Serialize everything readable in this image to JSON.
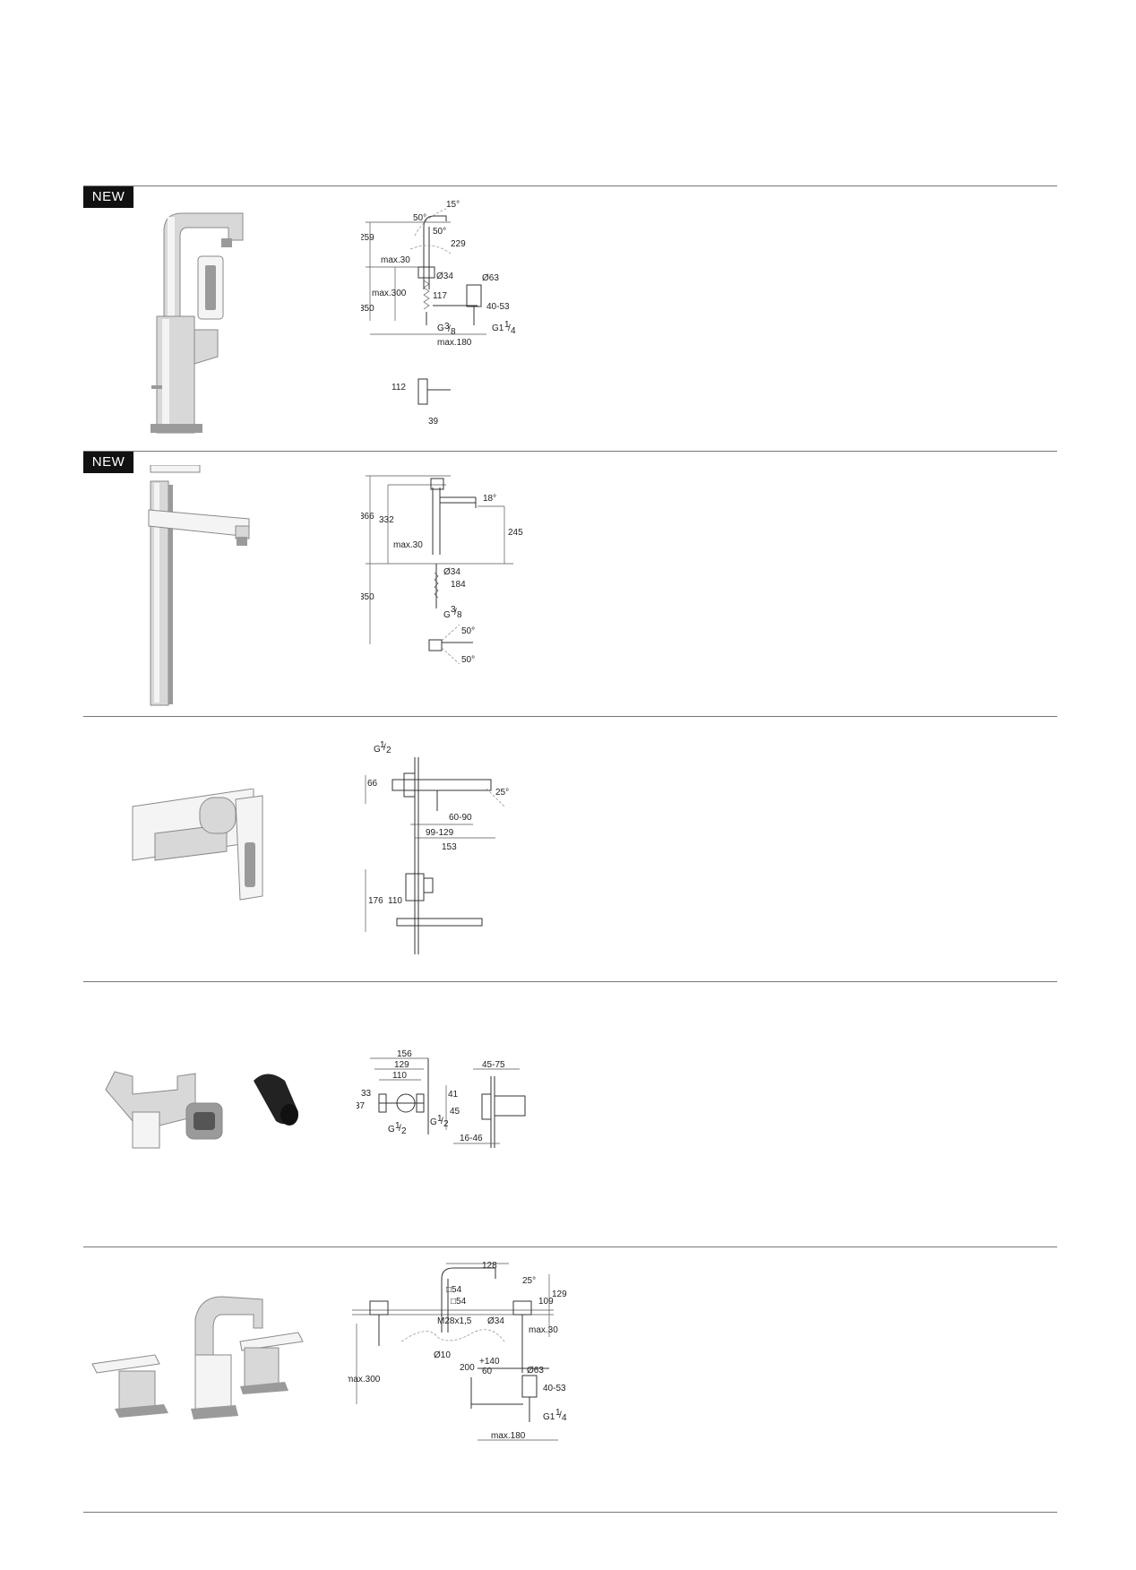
{
  "colors": {
    "rule": "#777777",
    "badge_bg": "#111111",
    "badge_text": "#ffffff",
    "chrome": "#d8d8d8"
  },
  "sections": [
    {
      "badge": "NEW",
      "photo_icon": "tall-basin-mixer-with-popup-icon",
      "drawing_icon": "basin-mixer-dimension-drawing-icon",
      "dims": [
        "15°",
        "50°",
        "50°",
        "259",
        "229",
        "max.30",
        "Ø34",
        "Ø63",
        "max.300",
        "117",
        "40-53",
        "350",
        "G",
        "3",
        "/",
        "8",
        "G1",
        "1",
        "/",
        "4",
        "max.180",
        "112",
        "39"
      ]
    },
    {
      "badge": "NEW",
      "photo_icon": "extra-tall-basin-mixer-icon",
      "drawing_icon": "tall-basin-mixer-dimension-drawing-icon",
      "dims": [
        "18°",
        "366",
        "332",
        "245",
        "max.30",
        "Ø34",
        "184",
        "350",
        "G",
        "3",
        "/",
        "8",
        "50°",
        "50°"
      ]
    },
    {
      "badge": "",
      "photo_icon": "wall-mounted-basin-mixer-icon",
      "drawing_icon": "wall-mixer-dimension-drawing-icon",
      "dims": [
        "G",
        "1",
        "/",
        "2",
        "66",
        "25°",
        "60-90",
        "99-129",
        "153",
        "176",
        "110"
      ]
    },
    {
      "badge": "",
      "photo_icon": "concealed-body-and-extension-icon",
      "drawing_icon": "concealed-body-dimension-drawing-icon",
      "dims": [
        "156",
        "129",
        "110",
        "45-75",
        "33",
        "37",
        "41",
        "45",
        "G",
        "1",
        "/",
        "2",
        "G",
        "1",
        "/",
        "2",
        "16-46"
      ]
    },
    {
      "badge": "",
      "photo_icon": "three-hole-basin-mixer-icon",
      "drawing_icon": "three-hole-mixer-dimension-drawing-icon",
      "dims": [
        "128",
        "25°",
        "□54",
        "□54",
        "109",
        "129",
        "M28x1,5",
        "Ø34",
        "max.30",
        "Ø10",
        "200",
        "+140",
        "60",
        "max.300",
        "Ø63",
        "40-53",
        "G1",
        "1",
        "/",
        "4",
        "max.180"
      ]
    }
  ]
}
